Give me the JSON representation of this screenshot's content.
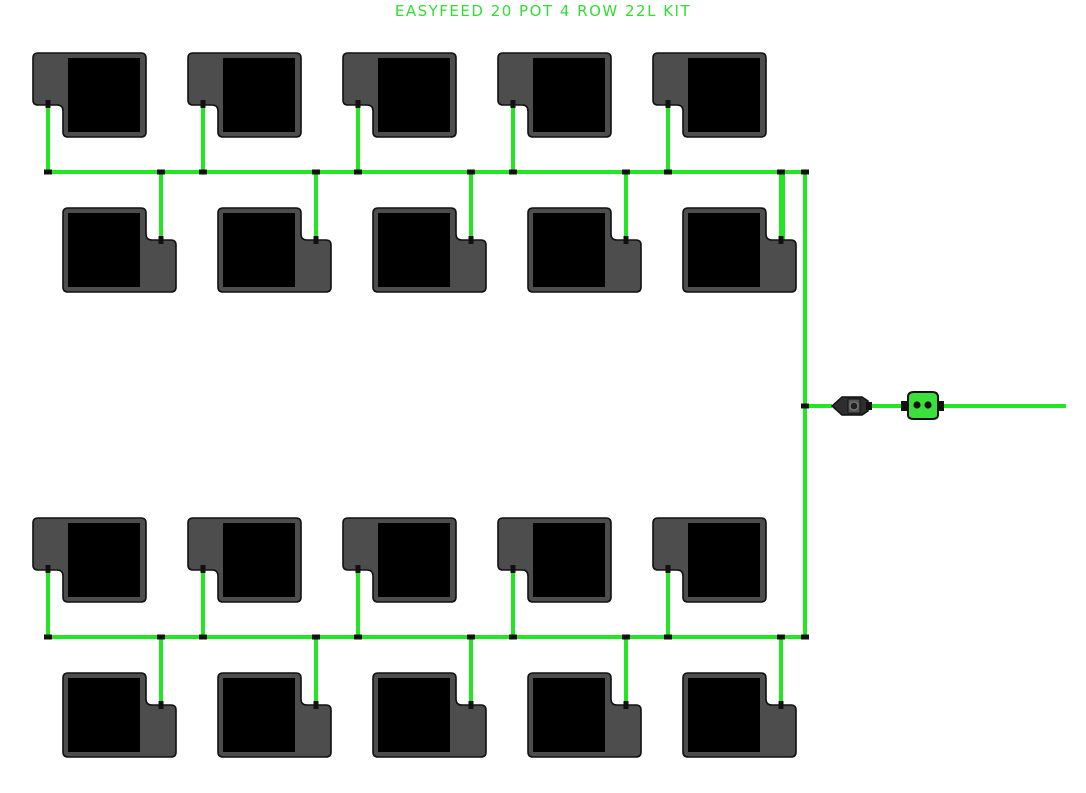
{
  "title": "EASYFEED 20 POT 4 ROW 22L KIT",
  "colors": {
    "tube": "#22e622",
    "tube_edge": "#14a814",
    "pot_body": "#4d4d4d",
    "pot_inner": "#000000",
    "pot_outline": "#111111",
    "connector": "#111111",
    "background": "#ffffff"
  },
  "rows": [
    {
      "name": "row-1",
      "pots": 5,
      "orientation": "outlet-bottom-left"
    },
    {
      "name": "row-2",
      "pots": 5,
      "orientation": "outlet-top-right"
    },
    {
      "name": "row-3",
      "pots": 5,
      "orientation": "outlet-bottom-left"
    },
    {
      "name": "row-4",
      "pots": 5,
      "orientation": "outlet-top-right"
    }
  ],
  "components": {
    "filter_icon": "inline-filter-icon",
    "valve_icon": "tap-valve-icon"
  }
}
